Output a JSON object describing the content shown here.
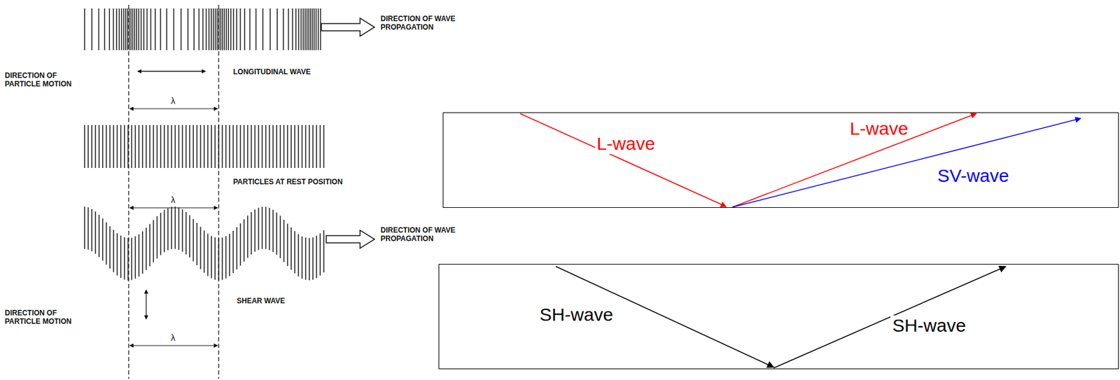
{
  "diagram": {
    "nodes": [
      {
        "text": [
          "L-wave",
          "L-wave",
          "SV-wave"
        ]
      },
      {
        "text": [
          "SH-wave",
          "SH-wave"
        ]
      }
    ],
    "labels": [
      "DIRECTION OF WAVE PROPAGATION",
      "LONGITUDINAL WAVE",
      "DIRECTION OF PARTICLE MOTION",
      "λ",
      "PARTICLES AT REST POSITION",
      "λ",
      "DIRECTION OF WAVE PROPAGATION",
      "DIRECTION OF PARTICLE MOTION",
      "SHEAR WAVE",
      "λ"
    ]
  }
}
